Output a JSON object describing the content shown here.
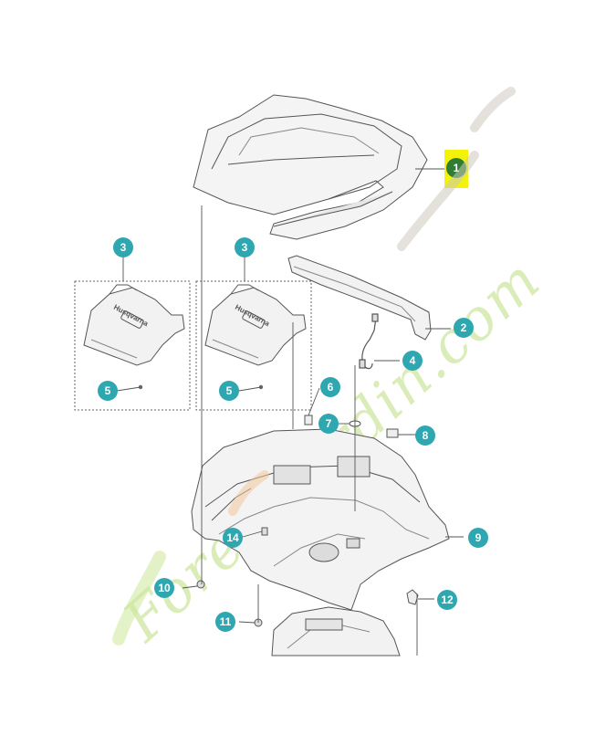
{
  "diagram": {
    "callouts": [
      {
        "id": "c1",
        "label": "1",
        "highlighted": true
      },
      {
        "id": "c2",
        "label": "2"
      },
      {
        "id": "c3a",
        "label": "3"
      },
      {
        "id": "c3b",
        "label": "3"
      },
      {
        "id": "c4",
        "label": "4"
      },
      {
        "id": "c5a",
        "label": "5"
      },
      {
        "id": "c5b",
        "label": "5"
      },
      {
        "id": "c6",
        "label": "6"
      },
      {
        "id": "c7",
        "label": "7"
      },
      {
        "id": "c8",
        "label": "8"
      },
      {
        "id": "c9",
        "label": "9"
      },
      {
        "id": "c10",
        "label": "10"
      },
      {
        "id": "c11",
        "label": "11"
      },
      {
        "id": "c12",
        "label": "12"
      },
      {
        "id": "c14",
        "label": "14"
      }
    ],
    "badge_text_a": "Husqvarna",
    "badge_text_b": "Husqvarna"
  },
  "watermark": {
    "text": "Forest'jardin.com"
  },
  "colors": {
    "callout_teal": "#2fa7b0",
    "callout_green": "#2e7d32",
    "highlight_yellow": "#f2f20a",
    "line": "#555555",
    "part_fill": "#f2f2f2",
    "watermark_green": "#cfe89a",
    "watermark_gray": "#c9c4bb",
    "watermark_orange": "#f3c79a"
  }
}
